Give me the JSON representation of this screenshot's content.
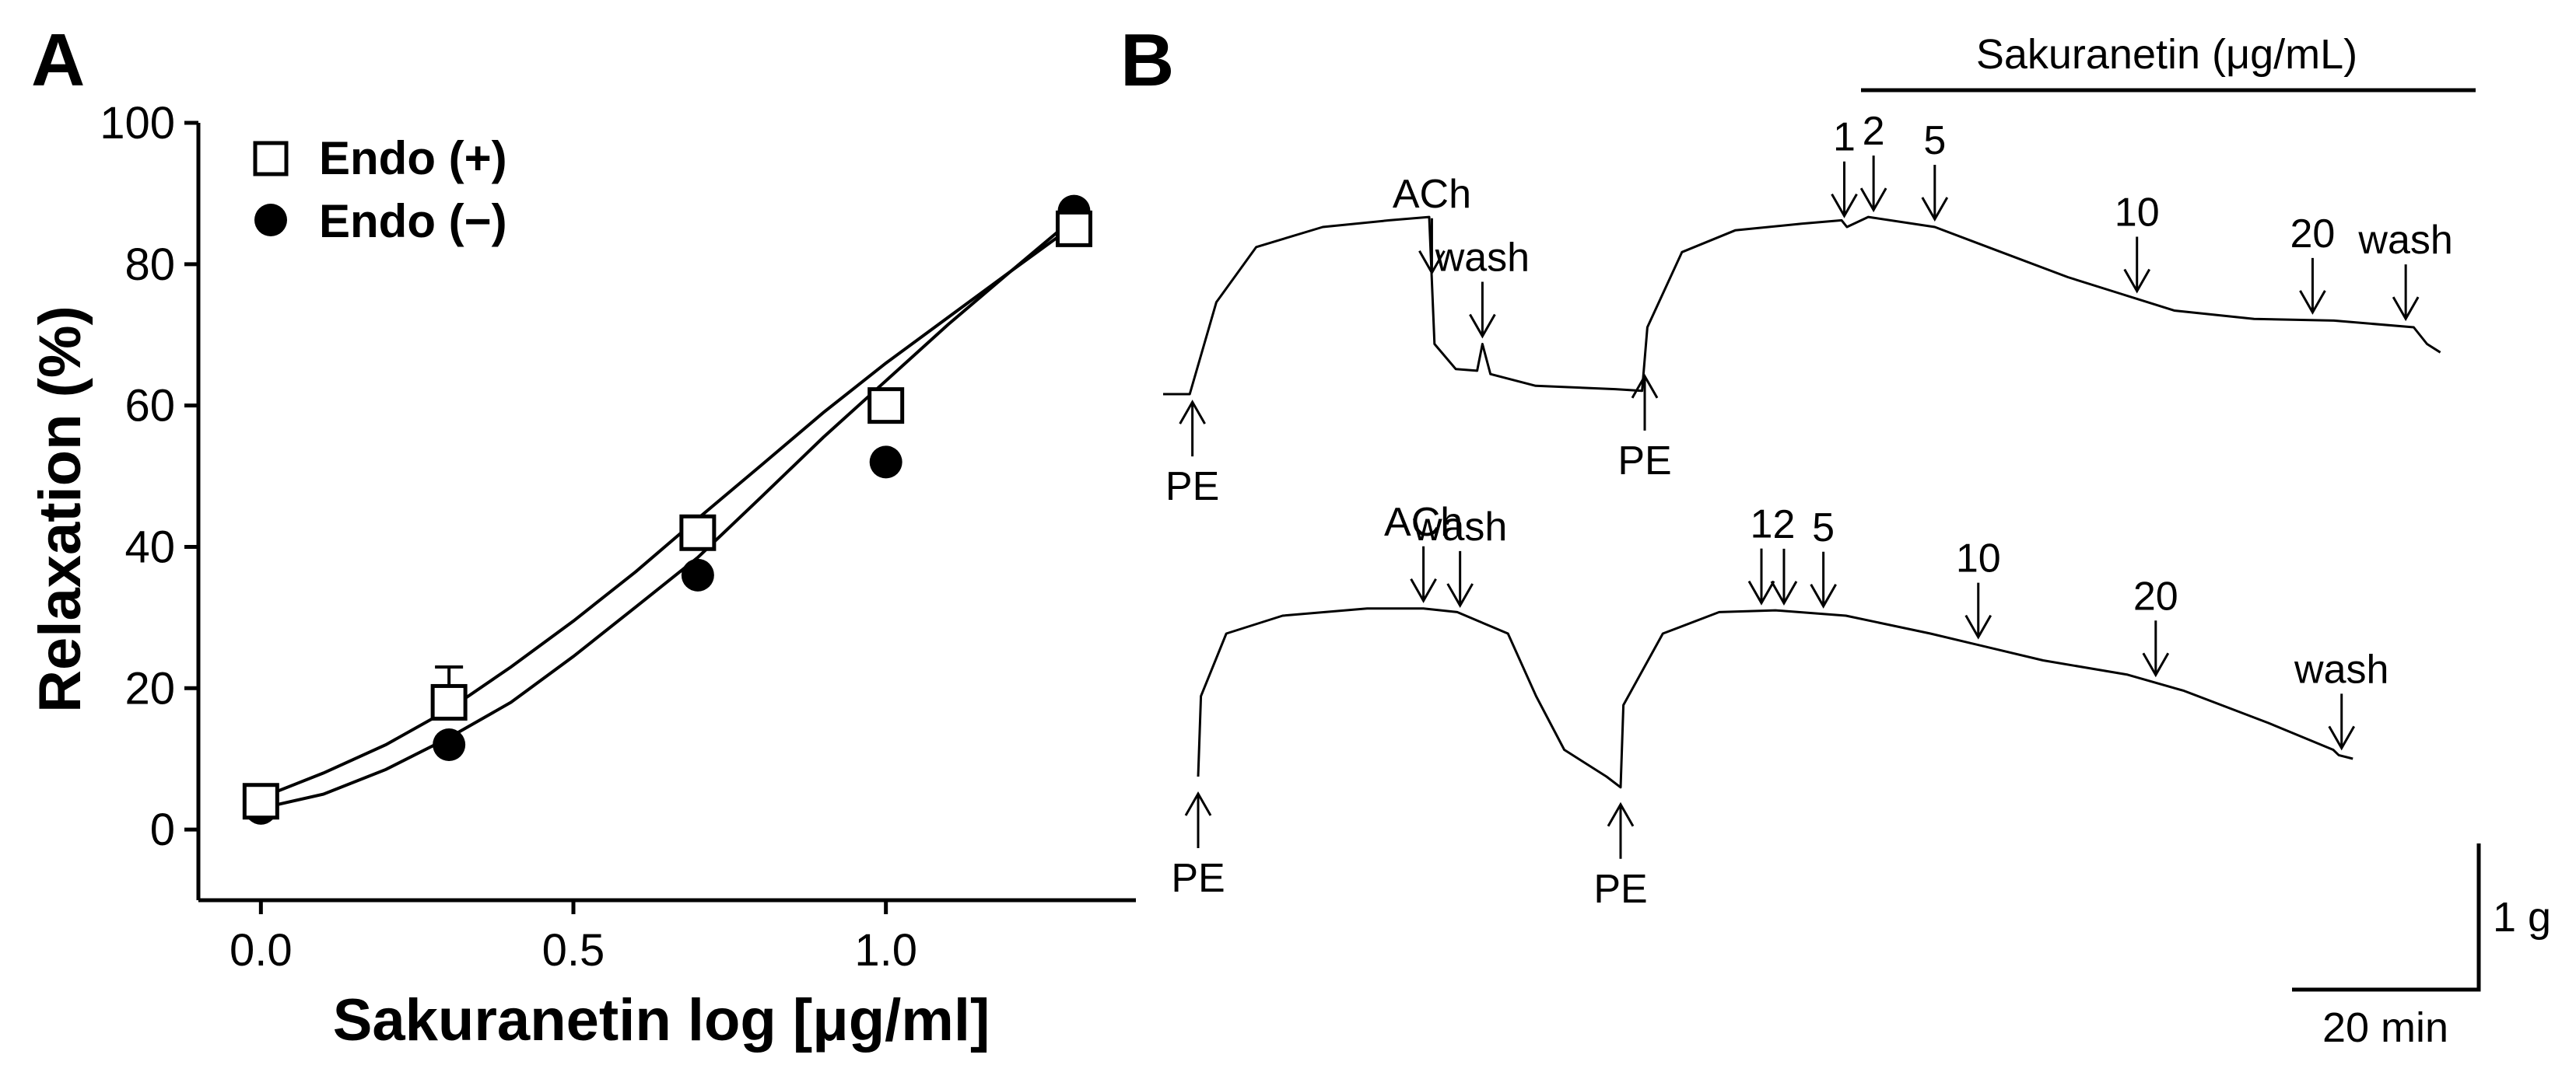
{
  "panel_a": {
    "label": "A"
  },
  "panel_b": {
    "label": "B"
  },
  "chart_data": [
    {
      "type": "scatter",
      "xlabel": "Sakuranetin log [μg/ml]",
      "ylabel": "Relaxation (%)",
      "xlim": [
        -0.1,
        1.4
      ],
      "ylim": [
        -10,
        100
      ],
      "x_ticks": [
        "0.0",
        "0.5",
        "1.0"
      ],
      "x_tick_values": [
        0,
        0.5,
        1.0
      ],
      "y_ticks": [
        "0",
        "20",
        "40",
        "60",
        "80",
        "100"
      ],
      "y_tick_values": [
        0,
        20,
        40,
        60,
        80,
        100
      ],
      "grid": false,
      "legend_position": "top-left",
      "series": [
        {
          "name": "Endo (+)",
          "marker": "open-square",
          "x": [
            0.0,
            0.301,
            0.699,
            1.0,
            1.301
          ],
          "y": [
            4,
            18,
            42,
            60,
            85
          ],
          "error_plus": [
            0,
            5,
            0,
            2,
            0
          ],
          "fit": [
            [
              0,
              4.5
            ],
            [
              0.1,
              8
            ],
            [
              0.2,
              12
            ],
            [
              0.301,
              17
            ],
            [
              0.4,
              23
            ],
            [
              0.5,
              29.5
            ],
            [
              0.6,
              36.5
            ],
            [
              0.699,
              44
            ],
            [
              0.8,
              51.5
            ],
            [
              0.9,
              59
            ],
            [
              1.0,
              66
            ],
            [
              1.1,
              72.5
            ],
            [
              1.2,
              79
            ],
            [
              1.301,
              85.5
            ]
          ]
        },
        {
          "name": "Endo (−)",
          "marker": "filled-circle",
          "x": [
            0.0,
            0.301,
            0.699,
            1.0,
            1.301
          ],
          "y": [
            3,
            12,
            36,
            52,
            87.5
          ],
          "fit": [
            [
              0,
              3
            ],
            [
              0.1,
              5
            ],
            [
              0.2,
              8.5
            ],
            [
              0.301,
              13
            ],
            [
              0.4,
              18
            ],
            [
              0.5,
              24.5
            ],
            [
              0.6,
              31.5
            ],
            [
              0.699,
              38.5
            ],
            [
              0.8,
              47
            ],
            [
              0.9,
              55.5
            ],
            [
              1.0,
              63.5
            ],
            [
              1.1,
              71.5
            ],
            [
              1.2,
              79
            ],
            [
              1.301,
              86.5
            ]
          ]
        }
      ]
    },
    {
      "type": "line",
      "title": "Sakuranetin (μg/mL)",
      "scale_bar": {
        "force": "1 g",
        "time": "20 min"
      },
      "traces": [
        {
          "name": "upper",
          "values": [
            [
              0,
              0
            ],
            [
              10,
              0
            ],
            [
              20,
              55
            ],
            [
              35,
              88
            ],
            [
              60,
              100
            ],
            [
              85,
              104
            ],
            [
              100,
              106
            ],
            [
              102,
              30
            ],
            [
              110,
              15
            ],
            [
              118,
              14
            ],
            [
              120,
              30
            ],
            [
              123,
              12
            ],
            [
              140,
              5
            ],
            [
              170,
              3
            ],
            [
              180,
              2
            ],
            [
              182,
              40
            ],
            [
              195,
              85
            ],
            [
              215,
              98
            ],
            [
              240,
              102
            ],
            [
              255,
              104
            ],
            [
              257,
              100
            ],
            [
              265,
              106
            ],
            [
              290,
              100
            ],
            [
              315,
              85
            ],
            [
              340,
              70
            ],
            [
              360,
              60
            ],
            [
              380,
              50
            ],
            [
              410,
              45
            ],
            [
              440,
              44
            ],
            [
              470,
              40
            ],
            [
              475,
              30
            ],
            [
              480,
              25
            ]
          ],
          "markers": [
            {
              "label": "PE",
              "t": 11,
              "dir": "up"
            },
            {
              "label": "ACh",
              "t": 101,
              "dir": "down"
            },
            {
              "label": "wash",
              "t": 120,
              "dir": "down"
            },
            {
              "label": "PE",
              "t": 181,
              "dir": "up"
            },
            {
              "label": "1",
              "t": 256,
              "dir": "down"
            },
            {
              "label": "2",
              "t": 267,
              "dir": "down"
            },
            {
              "label": "5",
              "t": 290,
              "dir": "down"
            },
            {
              "label": "10",
              "t": 366,
              "dir": "down"
            },
            {
              "label": "20",
              "t": 432,
              "dir": "down"
            },
            {
              "label": "wash",
              "t": 467,
              "dir": "down"
            }
          ]
        },
        {
          "name": "lower",
          "values": [
            [
              0,
              10
            ],
            [
              1,
              55
            ],
            [
              10,
              90
            ],
            [
              30,
              100
            ],
            [
              60,
              104
            ],
            [
              80,
              104
            ],
            [
              92,
              102
            ],
            [
              110,
              90
            ],
            [
              120,
              55
            ],
            [
              130,
              25
            ],
            [
              145,
              10
            ],
            [
              150,
              4
            ],
            [
              151,
              50
            ],
            [
              165,
              90
            ],
            [
              185,
              102
            ],
            [
              205,
              103
            ],
            [
              230,
              100
            ],
            [
              260,
              90
            ],
            [
              300,
              75
            ],
            [
              330,
              67
            ],
            [
              350,
              58
            ],
            [
              380,
              40
            ],
            [
              403,
              25
            ],
            [
              405,
              22
            ],
            [
              410,
              20
            ]
          ],
          "markers": [
            {
              "label": "PE",
              "t": 0,
              "dir": "up"
            },
            {
              "label": "ACh",
              "t": 80,
              "dir": "down"
            },
            {
              "label": "wash",
              "t": 93,
              "dir": "down"
            },
            {
              "label": "PE",
              "t": 150,
              "dir": "up"
            },
            {
              "label": "1",
              "t": 200,
              "dir": "down"
            },
            {
              "label": "2",
              "t": 208,
              "dir": "down"
            },
            {
              "label": "5",
              "t": 222,
              "dir": "down"
            },
            {
              "label": "10",
              "t": 277,
              "dir": "down"
            },
            {
              "label": "20",
              "t": 340,
              "dir": "down"
            },
            {
              "label": "wash",
              "t": 406,
              "dir": "down"
            }
          ]
        }
      ]
    }
  ]
}
